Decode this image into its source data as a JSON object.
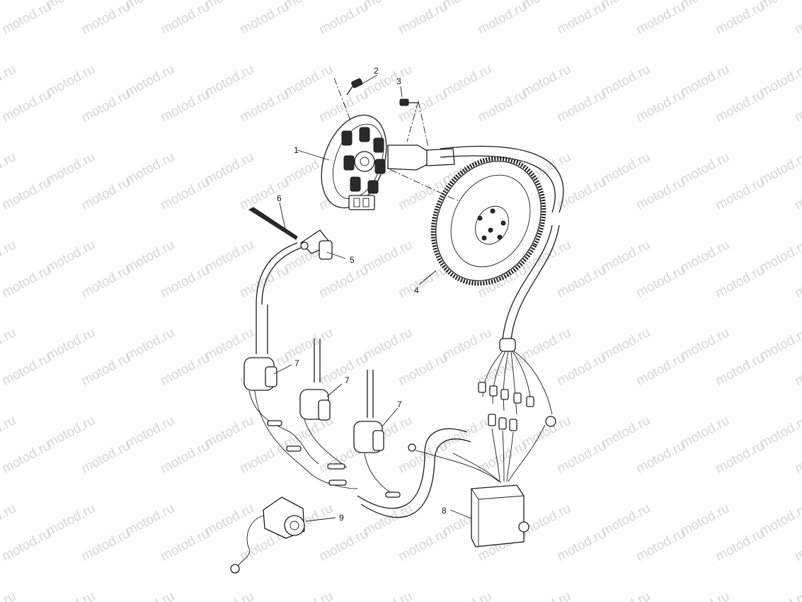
{
  "watermark": "motod.ru",
  "callouts": [
    {
      "id": "1",
      "label": "1"
    },
    {
      "id": "2",
      "label": "2"
    },
    {
      "id": "3",
      "label": "3"
    },
    {
      "id": "4",
      "label": "4"
    },
    {
      "id": "5",
      "label": "5"
    },
    {
      "id": "6",
      "label": "6"
    },
    {
      "id": "7a",
      "label": "7"
    },
    {
      "id": "7b",
      "label": "7"
    },
    {
      "id": "7c",
      "label": "7"
    },
    {
      "id": "8",
      "label": "8"
    },
    {
      "id": "9",
      "label": "9"
    }
  ]
}
